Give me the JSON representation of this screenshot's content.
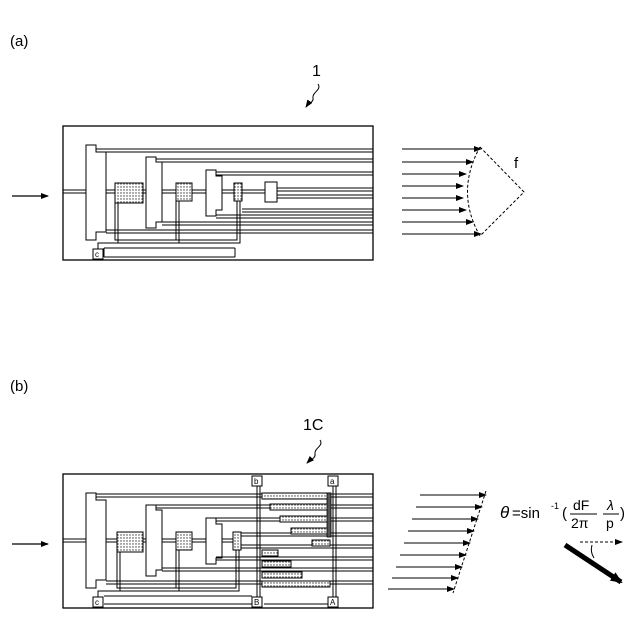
{
  "panel_a": {
    "label": "(a)",
    "device_number": "1",
    "port_label": "c",
    "focus_label": "f"
  },
  "panel_b": {
    "label": "(b)",
    "device_number": "1C",
    "top_ports": [
      "b",
      "a"
    ],
    "bottom_ports": [
      "B",
      "A"
    ],
    "left_port": "c",
    "formula": {
      "lhs": "θ",
      "eq_func": "=sin",
      "sup": "-1",
      "paren_open": "(",
      "paren_close": ")",
      "frac1_num": "dF",
      "frac1_den": "2π",
      "frac2_num": "λ",
      "frac2_den": "p"
    }
  },
  "colors": {
    "stroke": "#000000",
    "hatch_fill": "#9a9a9a",
    "background": "#ffffff"
  }
}
